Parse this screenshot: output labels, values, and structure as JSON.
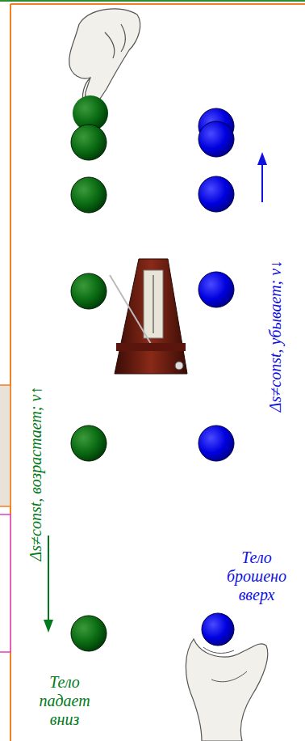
{
  "diagram": {
    "labels": [
      "Δs≠const, возрастает; v↑",
      "Δs≠const, убывает; v↓",
      "Тело брошено вверх",
      "Тело падает вниз"
    ]
  }
}
